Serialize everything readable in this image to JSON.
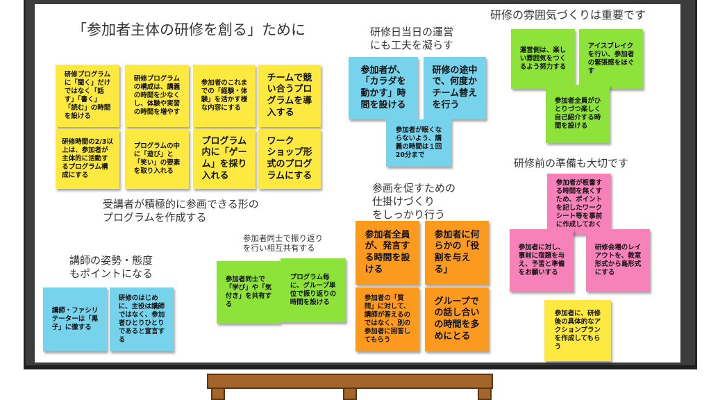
{
  "colors": {
    "yellow": "#fde93f",
    "blue": "#77d3eb",
    "green": "#8de33a",
    "orange": "#fb9a1f",
    "pink": "#f782b9",
    "board": "#3c3c3c",
    "easel": "#a4652a"
  },
  "headings": [
    {
      "id": "heading-main-title",
      "text": "「参加者主体の研修を創る」ために"
    },
    {
      "id": "heading-day-operation",
      "text": "研修日当日の運営\nにも工夫を凝らす"
    },
    {
      "id": "heading-atmosphere",
      "text": "研修の雰囲気づくりは重要です"
    },
    {
      "id": "heading-preparation",
      "text": "研修前の準備も大切です"
    },
    {
      "id": "heading-participation-mechanism",
      "text": "参画を促すための\n仕掛けづくり\nをしっかり行う"
    },
    {
      "id": "heading-active-program",
      "text": "受講者が積極的に参画できる形の\nプログラムを作成する"
    },
    {
      "id": "heading-lecturer-attitude",
      "text": "講師の姿勢・態度\nもポイントになる"
    },
    {
      "id": "heading-peer-review",
      "text": "参加者同士で振り返り\nを行い相互共有する"
    }
  ],
  "notes": [
    {
      "id": "note-listen-speak-write-read",
      "color": "yellow",
      "text": "研修プログラム\nに「聞く」だけ\nではなく「話\nす」「書く」\n「読む」の時間\nを設ける"
    },
    {
      "id": "note-reduce-lecture-time",
      "color": "yellow",
      "text": "研修プログラム\nの構成は、講義\nの時間を少なく\nし、体験や実習\nの時間を増やす"
    },
    {
      "id": "note-use-experience",
      "color": "yellow",
      "text": "参加者のこれま\nでの「経験・体\n験」を活かす様\nな内容にする"
    },
    {
      "id": "note-team-competition",
      "color": "yellow",
      "text": "チームで競\nい合うプロ\nグラムを導\n入する"
    },
    {
      "id": "note-two-thirds-active",
      "color": "yellow",
      "text": "研修時間の2/3以\n上は、参加者が\n主体的に活動す\nるプログラム構\n成にする"
    },
    {
      "id": "note-play-and-laugh",
      "color": "yellow",
      "text": "プログラムの中\nに「遊び」と\n「笑い」の要素\nを取り入れる"
    },
    {
      "id": "note-include-games",
      "color": "yellow",
      "text": "プログラム\n内に「ゲー\nム」を採り\n入れる"
    },
    {
      "id": "note-workshop-format",
      "color": "yellow",
      "text": "ワーク\nショップ形\n式のプログ\nラムにする"
    },
    {
      "id": "note-move-bodies",
      "color": "blue",
      "text": "参加者が、\n「カラダを\n動かす」時\n間を設ける"
    },
    {
      "id": "note-change-teams",
      "color": "blue",
      "text": "研修の途中\nで、何度か\nチーム替え\nを行う"
    },
    {
      "id": "note-lecture-20min",
      "color": "blue",
      "text": "参加者が眠くな\nらないよう、講\n義の時間は１回\n20分まで"
    },
    {
      "id": "note-fun-atmosphere",
      "color": "green",
      "text": "運営側は、楽し\nい雰囲気をつく\nるよう努力する"
    },
    {
      "id": "note-icebreak",
      "color": "green",
      "text": "アイスブレイク\nを行い、参加者\nの緊張感をほぐ\nす"
    },
    {
      "id": "note-self-introduction",
      "color": "green",
      "text": "参加者全員がひ\nとりづつ楽しく\n自己紹介する時\n間を設ける"
    },
    {
      "id": "note-worksheet",
      "color": "pink",
      "text": "参加者が板書す\nる時間を無くす\nため、ポイント\nを記したワーク\nシート等を事前\nに作成しておく"
    },
    {
      "id": "note-homework",
      "color": "pink",
      "text": "参加者に対し、\n事前に宿題を与\nえ、予習と準備\nをお願いする"
    },
    {
      "id": "note-island-layout",
      "color": "pink",
      "text": "研修会場のレイ\nアウトを、教室\n形式から島形式\nにする"
    },
    {
      "id": "note-everyone-speaks",
      "color": "orange",
      "text": "参加者全員\nが、発言す\nる時間を設\nける"
    },
    {
      "id": "note-assign-roles",
      "color": "orange",
      "text": "参加者に何\nらかの「役\n割を与え\nる」"
    },
    {
      "id": "note-questions-answered-by-participants",
      "color": "orange",
      "text": "参加者の「質\n問」に対して、\n講師が答えるの\nではなく、別の\n参加者に回答し\nてもらう"
    },
    {
      "id": "note-group-discussion",
      "color": "orange",
      "text": "グループで\nの話し合い\nの時間を多\nめにとる"
    },
    {
      "id": "note-action-plan",
      "color": "yellow",
      "text": "参加者に、研修\n後の具体的なア\nクションプラン\nを作成してもら\nう"
    },
    {
      "id": "note-facilitator-support",
      "color": "blue",
      "text": "講師・ファシリ\nテーターは「黒\n子」に徹する"
    },
    {
      "id": "note-lecturer-declaration",
      "color": "blue",
      "text": "研修のはじめ\nに、主役は講師\nではなく、参加\n者ひとりひとり\nであると宣言す\nる"
    },
    {
      "id": "note-share-learning",
      "color": "green",
      "text": "参加者同士で\n「学び」や「気\n付き」を共有す\nる"
    },
    {
      "id": "note-group-review",
      "color": "green",
      "text": "プログラム毎\nに、グループ単\n位で振り返りの\n時間を設ける"
    }
  ]
}
